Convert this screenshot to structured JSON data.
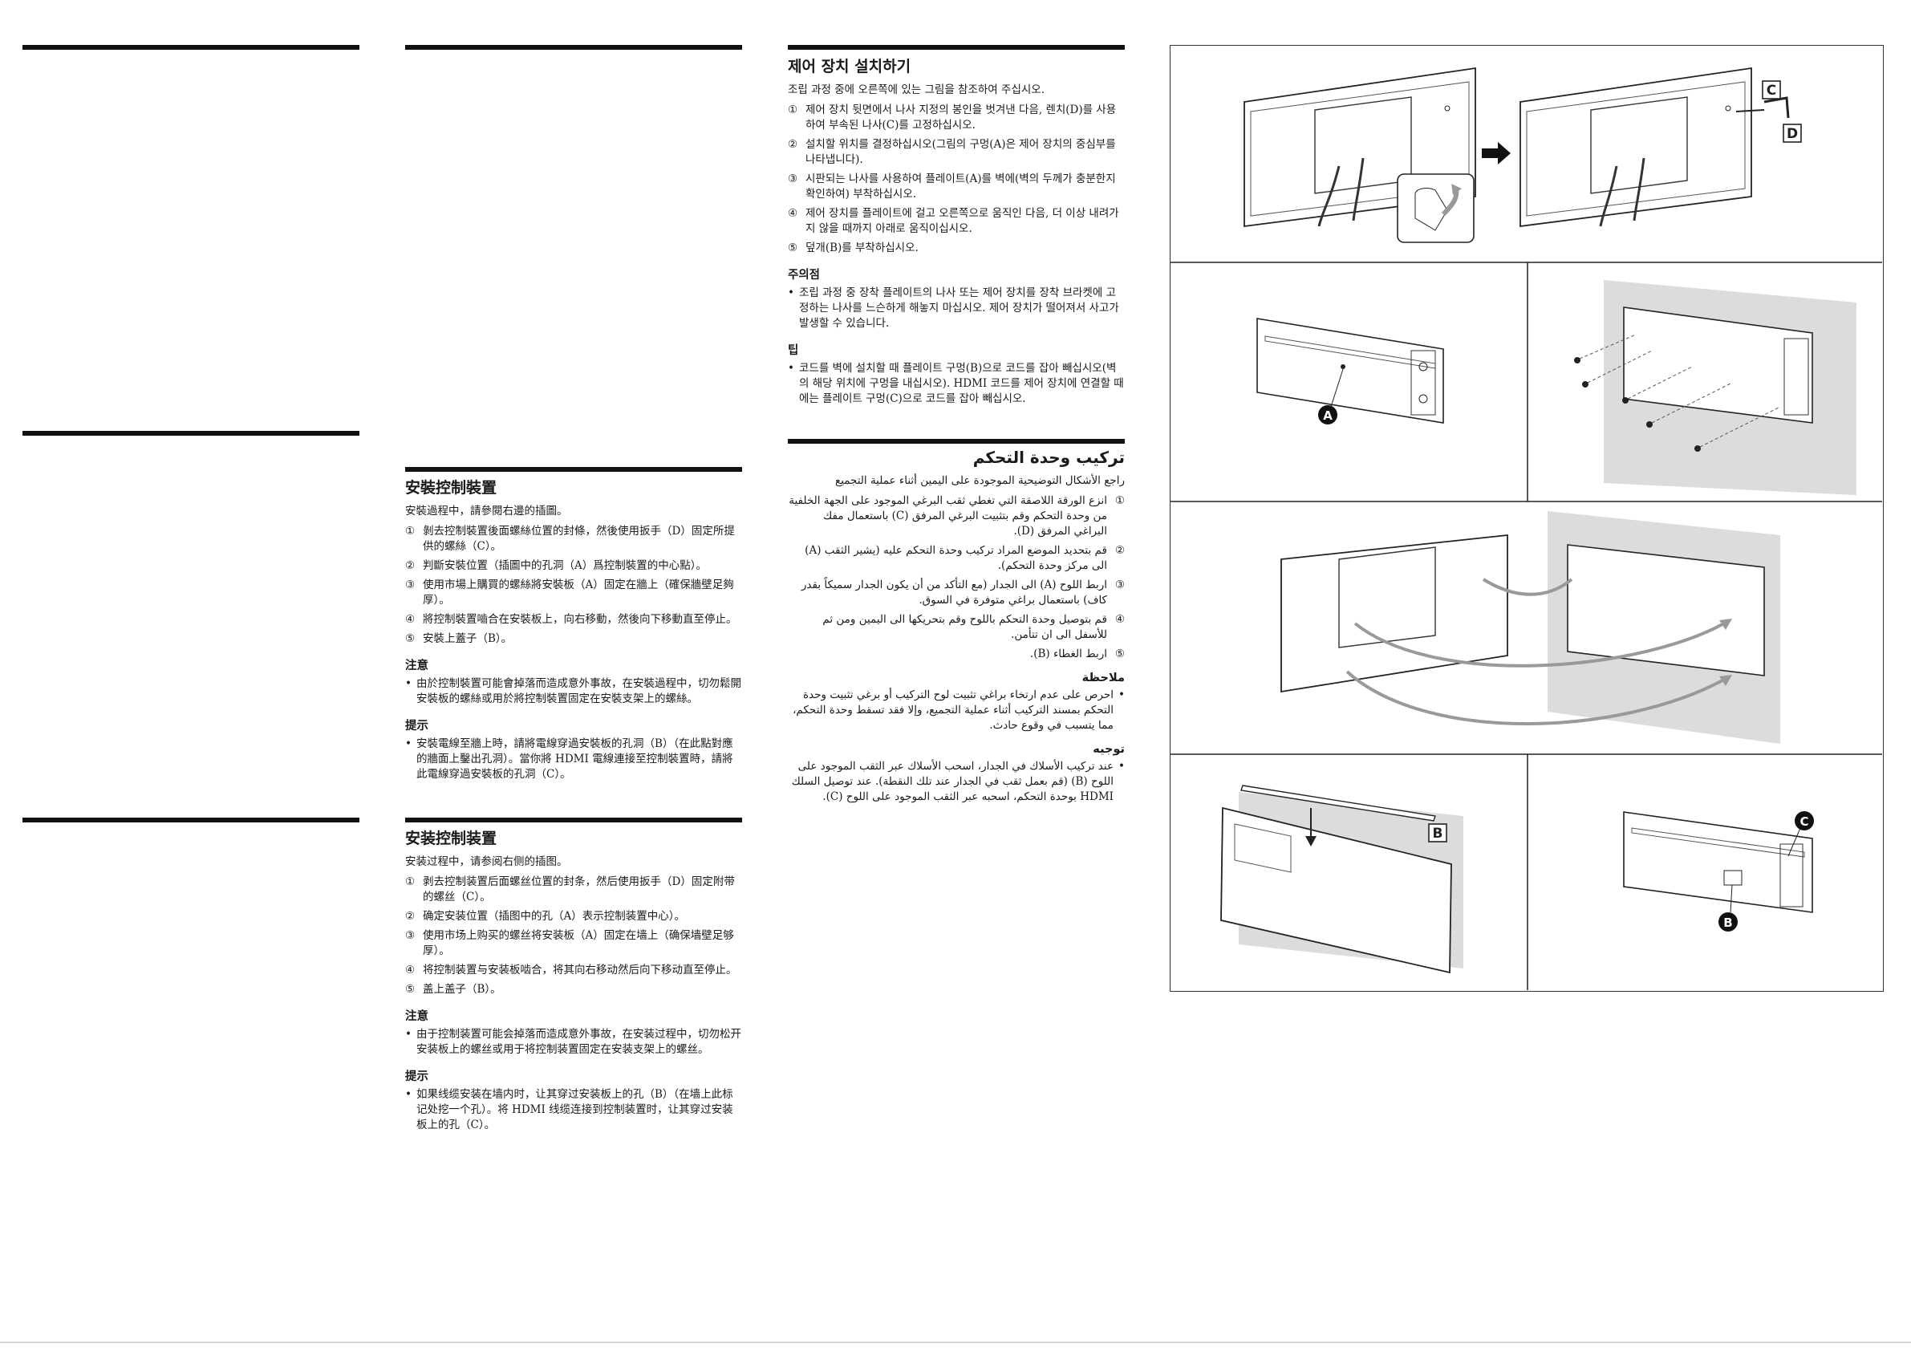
{
  "korean": {
    "title": "제어 장치 설치하기",
    "intro": "조립 과정 중에 오른쪽에 있는 그림을 참조하여 주십시오.",
    "steps": [
      {
        "num": "①",
        "text": "제어 장치 뒷면에서 나사 지정의 봉인을 벗겨낸 다음, 렌치(D)를 사용하여 부속된 나사(C)를 고정하십시오."
      },
      {
        "num": "②",
        "text": "설치할 위치를 결정하십시오(그림의 구멍(A)은 제어 장치의 중심부를 나타냅니다)."
      },
      {
        "num": "③",
        "text": "시판되는 나사를 사용하여 플레이트(A)를 벽에(벽의 두께가 충분한지 확인하여) 부착하십시오."
      },
      {
        "num": "④",
        "text": "제어 장치를 플레이트에 걸고 오른쪽으로 움직인 다음, 더 이상 내려가지 않을 때까지 아래로 움직이십시오."
      },
      {
        "num": "⑤",
        "text": "덮개(B)를 부착하십시오."
      }
    ],
    "caution_title": "주의점",
    "caution": "조립 과정 중 장착 플레이트의 나사 또는 제어 장치를 장착 브라켓에 고정하는 나사를 느슨하게 해놓지 마십시오. 제어 장치가 떨어져서 사고가 발생할 수 있습니다.",
    "tip_title": "팁",
    "tip": "코드를 벽에 설치할 때 플레이트 구멍(B)으로 코드를 잡아 빼십시오(벽의 해당 위치에 구멍을 내십시오). HDMI 코드를 제어 장치에 연결할 때에는 플레이트 구멍(C)으로 코드를 잡아 빼십시오."
  },
  "arabic": {
    "title": "تركيب وحدة التحكم",
    "intro": "راجع الأشكال التوضيحية الموجودة على اليمين أثناء عملية التجميع",
    "steps": [
      {
        "num": "①",
        "text": "انزع الورقة اللاصقة التي تغطي ثقب البرغي الموجود على الجهة الخلفية من وحدة التحكم وقم بتثبيت البرغي المرفق (C) باستعمال مفك البراغي المرفق (D)."
      },
      {
        "num": "②",
        "text": "قم بتحديد الموضع المراد تركيب وحدة التحكم عليه (يشير الثقب (A) الى مركز وحدة التحكم)."
      },
      {
        "num": "③",
        "text": "اربط اللوح (A) الى الجدار (مع التأكد من أن يكون الجدار سميكاً بقدر كاف) باستعمال براغي متوفرة في السوق."
      },
      {
        "num": "④",
        "text": "قم بتوصيل وحدة التحكم باللوح وقم بتحريكها الى اليمين ومن ثم للأسفل الى ان تتأمن."
      },
      {
        "num": "⑤",
        "text": "اربط الغطاء (B)."
      }
    ],
    "caution_title": "ملاحظة",
    "caution": "احرص على عدم ارتخاء براغي تثبيت لوح التركيب أو برغي تثبيت وحدة التحكم بمسند التركيب أثناء عملية التجميع، وإلا فقد تسقط وحدة التحكم، مما يتسبب في وقوع حادث.",
    "tip_title": "توجيه",
    "tip": "عند تركيب الأسلاك في الجدار، اسحب الأسلاك عبر الثقب الموجود على اللوح (B) (قم بعمل ثقب في الجدار عند تلك النقطة). عند توصيل السلك HDMI بوحدة التحكم، اسحبه عبر الثقب الموجود على اللوح (C)."
  },
  "trad_chinese": {
    "title": "安裝控制裝置",
    "intro": "安裝過程中，請參閱右邊的插圖。",
    "steps": [
      {
        "num": "①",
        "text": "剝去控制裝置後面螺絲位置的封條，然後使用扳手（D）固定所提供的螺絲（C）。"
      },
      {
        "num": "②",
        "text": "判斷安裝位置（插圖中的孔洞（A）爲控制裝置的中心點）。"
      },
      {
        "num": "③",
        "text": "使用市場上購買的螺絲將安裝板（A）固定在牆上（確保牆壁足夠厚）。"
      },
      {
        "num": "④",
        "text": "將控制裝置嚙合在安裝板上，向右移動，然後向下移動直至停止。"
      },
      {
        "num": "⑤",
        "text": "安裝上蓋子（B）。"
      }
    ],
    "caution_title": "注意",
    "caution": "由於控制裝置可能會掉落而造成意外事故，在安裝過程中，切勿鬆開安裝板的螺絲或用於將控制裝置固定在安裝支架上的螺絲。",
    "tip_title": "提示",
    "tip": "安裝電線至牆上時，請將電線穿過安裝板的孔洞（B）（在此點對應的牆面上鑿出孔洞）。當你將 HDMI 電線連接至控制裝置時，請將此電線穿過安裝板的孔洞（C）。"
  },
  "simp_chinese": {
    "title": "安装控制装置",
    "intro": "安装过程中，请参阅右侧的插图。",
    "steps": [
      {
        "num": "①",
        "text": "剥去控制装置后面螺丝位置的封条，然后使用扳手（D）固定附带的螺丝（C）。"
      },
      {
        "num": "②",
        "text": "确定安装位置（插图中的孔（A）表示控制装置中心）。"
      },
      {
        "num": "③",
        "text": "使用市场上购买的螺丝将安装板（A）固定在墙上（确保墙壁足够厚）。"
      },
      {
        "num": "④",
        "text": "将控制装置与安装板啮合，将其向右移动然后向下移动直至停止。"
      },
      {
        "num": "⑤",
        "text": "盖上盖子（B）。"
      }
    ],
    "caution_title": "注意",
    "caution": "由于控制装置可能会掉落而造成意外事故，在安装过程中，切勿松开安装板上的螺丝或用于将控制装置固定在安装支架上的螺丝。",
    "tip_title": "提示",
    "tip": "如果线缆安装在墙内时，让其穿过安装板上的孔（B）（在墙上此标记处挖一个孔）。将 HDMI 线缆连接到控制装置时，让其穿过安装板上的孔（C）。"
  },
  "figure_labels": {
    "a": "A",
    "b": "B",
    "c": "C",
    "d": "D"
  }
}
